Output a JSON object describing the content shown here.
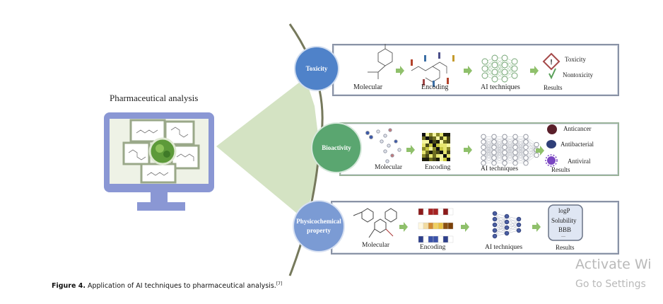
{
  "figure": {
    "left_title": "Pharmaceutical analysis",
    "caption_label": "Figure 4.",
    "caption_text": " Application of AI techniques to pharmaceutical analysis.",
    "caption_ref": "[7]"
  },
  "rows": [
    {
      "name": "Toxicity",
      "circle_color": "#4f82c9",
      "steps": [
        "Molecular",
        "Encoding",
        "AI techniques",
        "Results"
      ],
      "results": [
        "Toxicity",
        "Nontoxicity"
      ]
    },
    {
      "name": "Bioactivity",
      "circle_color": "#5aa670",
      "steps": [
        "Molecular",
        "Encoding",
        "AI techniques",
        "Results"
      ],
      "results": [
        "Anticancer",
        "Antibacterial",
        "Antiviral"
      ]
    },
    {
      "name_line1": "Physicochemical",
      "name_line2": "property",
      "circle_color": "#7b9bd4",
      "steps": [
        "Molecular",
        "Encoding",
        "AI techniques",
        "Results"
      ],
      "results": [
        "logP",
        "Solubility",
        "BBB",
        "..."
      ]
    }
  ],
  "watermark": {
    "line1": "Activate Wi",
    "line2": "Go to Settings"
  }
}
